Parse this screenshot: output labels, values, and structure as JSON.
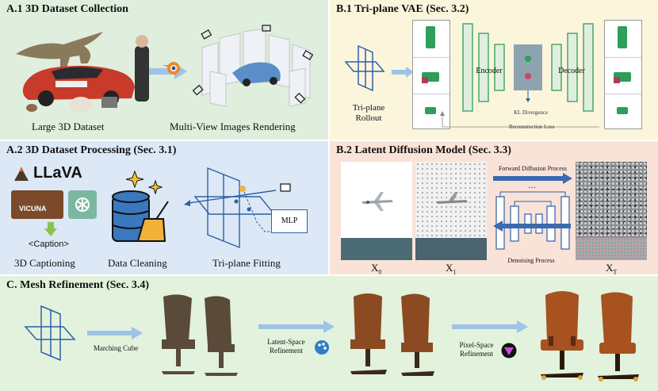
{
  "panels": {
    "a1": {
      "title": "A.1  3D Dataset Collection",
      "label_left": "Large 3D Dataset",
      "label_right": "Multi-View Images Rendering",
      "bg": "#dfeedd"
    },
    "b1": {
      "title": "B.1  Tri-plane VAE (Sec. 3.2)",
      "rollout_label": "Tri-plane\nRollout",
      "encoder": "Encoder",
      "decoder": "Decoder",
      "kl": "KL Divergence",
      "recon": "Reconstruction Loss",
      "bg": "#fbf5dc"
    },
    "a2": {
      "title": "A.2  3D Dataset Processing (Sec. 3.1)",
      "llava": "LLaVA",
      "vicuna": "VICUNA",
      "caption_tag": "<Caption>",
      "captioning": "3D Captioning",
      "cleaning": "Data Cleaning",
      "fitting": "Tri-plane Fitting",
      "mlp": "MLP",
      "bg": "#dce8f6"
    },
    "b2": {
      "title": "B.2  Latent Diffusion Model (Sec. 3.3)",
      "forward": "Forward Diffusion Process",
      "denoise": "Denoising Process",
      "dots": "···",
      "x0": "X",
      "x0_sub": "0",
      "x1": "X",
      "x1_sub": "1",
      "xt": "X",
      "xt_sub": "T",
      "bg": "#f9e3d8"
    },
    "c": {
      "title": "C.  Mesh Refinement (Sec. 3.4)",
      "step1": "Marching Cube",
      "step2": "Latent-Space\nRefinement",
      "step3": "Pixel-Space\nRefinement",
      "bg": "#e2f2dc"
    }
  },
  "colors": {
    "arrow": "#9fc3e6",
    "blue_line": "#2e5fa8",
    "leather_brown": "#8b4a22",
    "dark_brown": "#4a2a14",
    "accent_green": "#2e9e5a",
    "unet_stroke": "#2e5fa8",
    "unet_fill": "#ffffff"
  }
}
